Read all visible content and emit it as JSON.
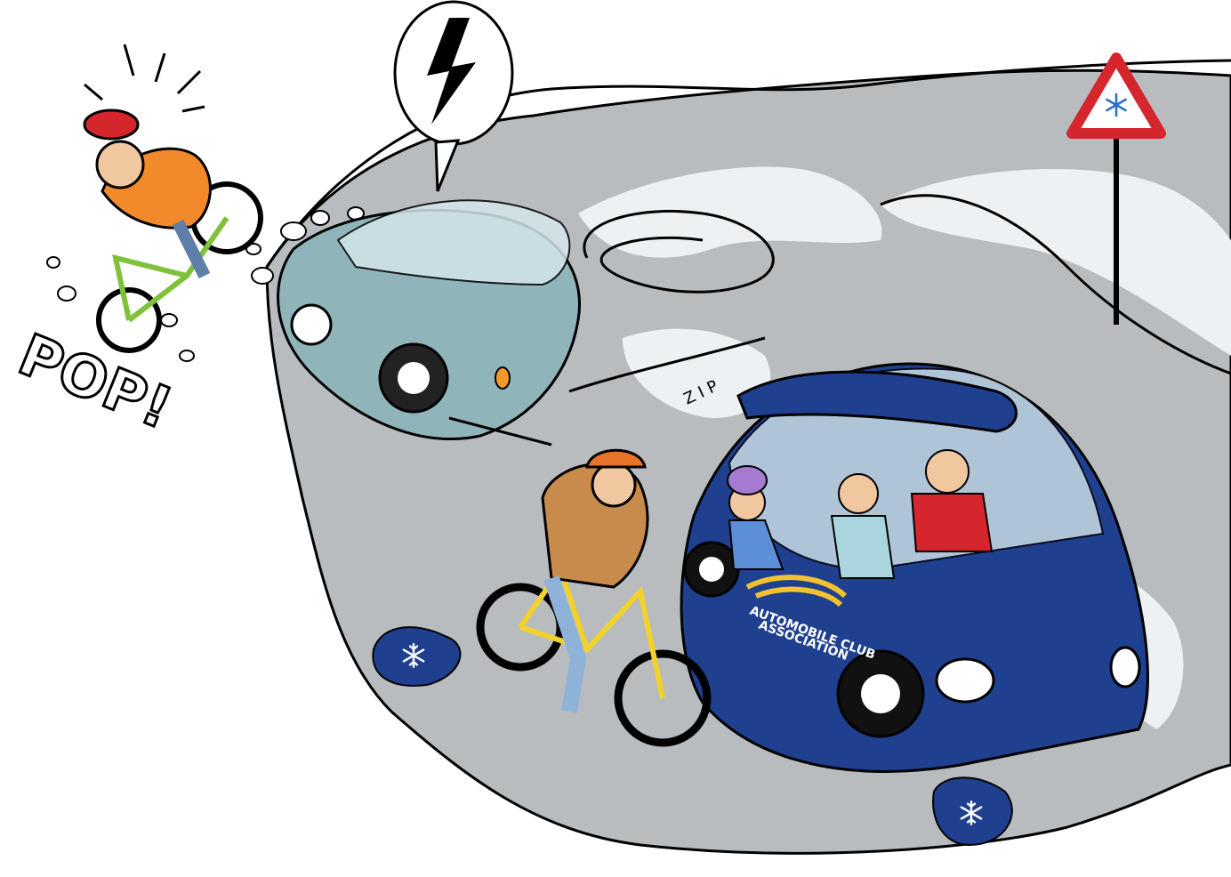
{
  "illustration": {
    "onomatopoeia": {
      "pop": "POP!",
      "zip": "Z I P"
    },
    "car_logo": {
      "line1": "AUTOMOBILE CLUB",
      "line2": "ASSOCIATION"
    },
    "colors": {
      "sky": "#ffffff",
      "road": "#b9bcbf",
      "road_dark": "#8f9396",
      "snow": "#eef1f3",
      "blue_car": "#1f3f8f",
      "grey_car": "#8fb5bb",
      "warning_red": "#d6262d",
      "snowflake_drop": "#1f3f8f",
      "logo_yellow": "#f2c230"
    },
    "icons": [
      "snowflake-icon",
      "lightning-icon",
      "warning-triangle-icon"
    ]
  }
}
